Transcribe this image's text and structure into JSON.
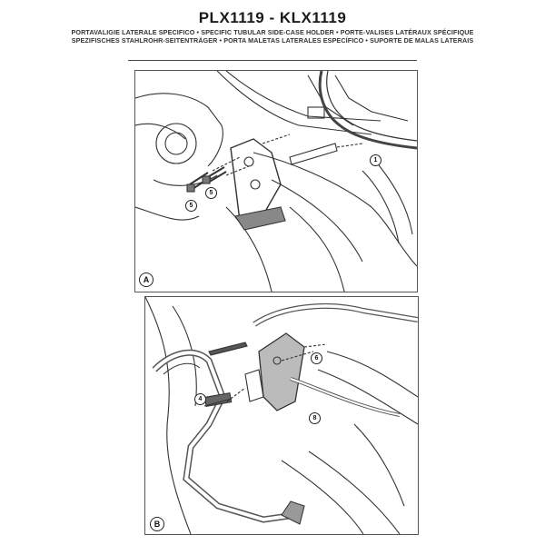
{
  "header": {
    "title": "PLX1119 - KLX1119",
    "subtitle_line1": "PORTAVALIGIE LATERALE SPECIFICO • SPECIFIC TUBULAR SIDE-CASE HOLDER • PORTE-VALISES LATÉRAUX SPÉCIFIQUE",
    "subtitle_line2": "SPEZIFISCHES STAHLROHR-SEITENTRÄGER • PORTA MALETAS LATERALES ESPECÍFICO • SUPORTE DE MALAS LATERAIS"
  },
  "panel_a": {
    "label": "A",
    "callouts": {
      "part1": "1",
      "part5a": "5",
      "part5b": "5"
    }
  },
  "panel_b": {
    "label": "B",
    "callouts": {
      "part4": "4",
      "part6": "6",
      "part8": "8"
    }
  }
}
